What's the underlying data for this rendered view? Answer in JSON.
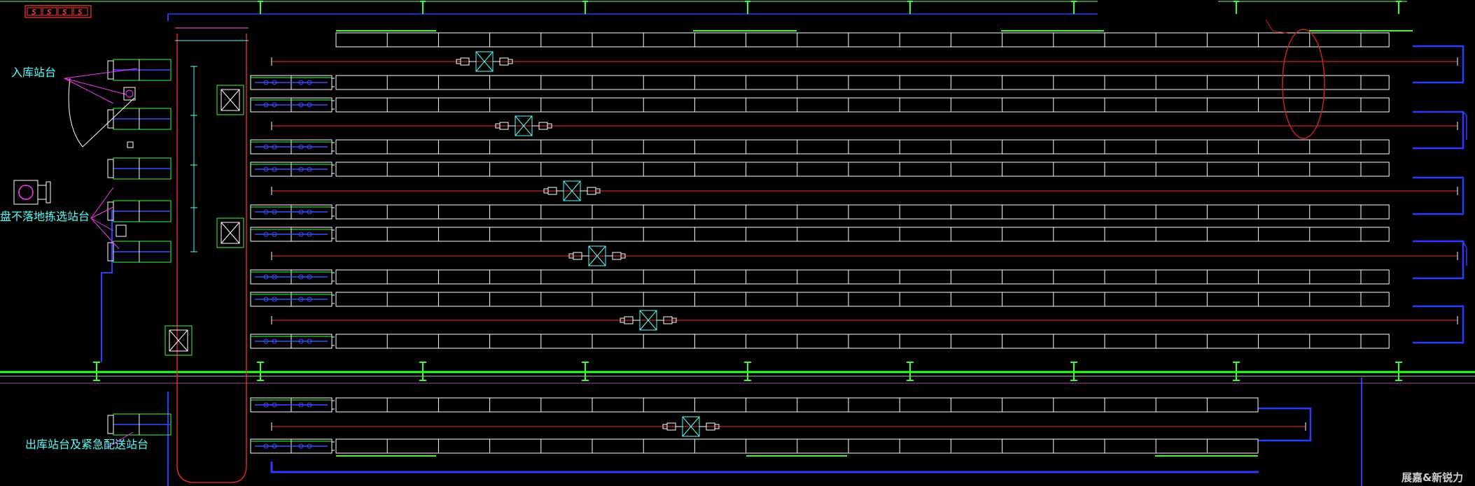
{
  "labels": {
    "inbound_station": "入库站台",
    "picking_station": "盘不落地拣选站台",
    "outbound_station": "出库站台及紧急配送站台",
    "watermark": "展嘉&新锐力"
  },
  "badge": [
    "S",
    "S",
    "S",
    "S"
  ],
  "colors": {
    "background": "#000000",
    "rack": "#ffffff",
    "track": "#ff2a2a",
    "column": "#33ff33",
    "wall": "#2a3cff",
    "equipment": "#55ffff",
    "conveyor_mark": "#3a4bff",
    "leader": "#ff33ff"
  }
}
